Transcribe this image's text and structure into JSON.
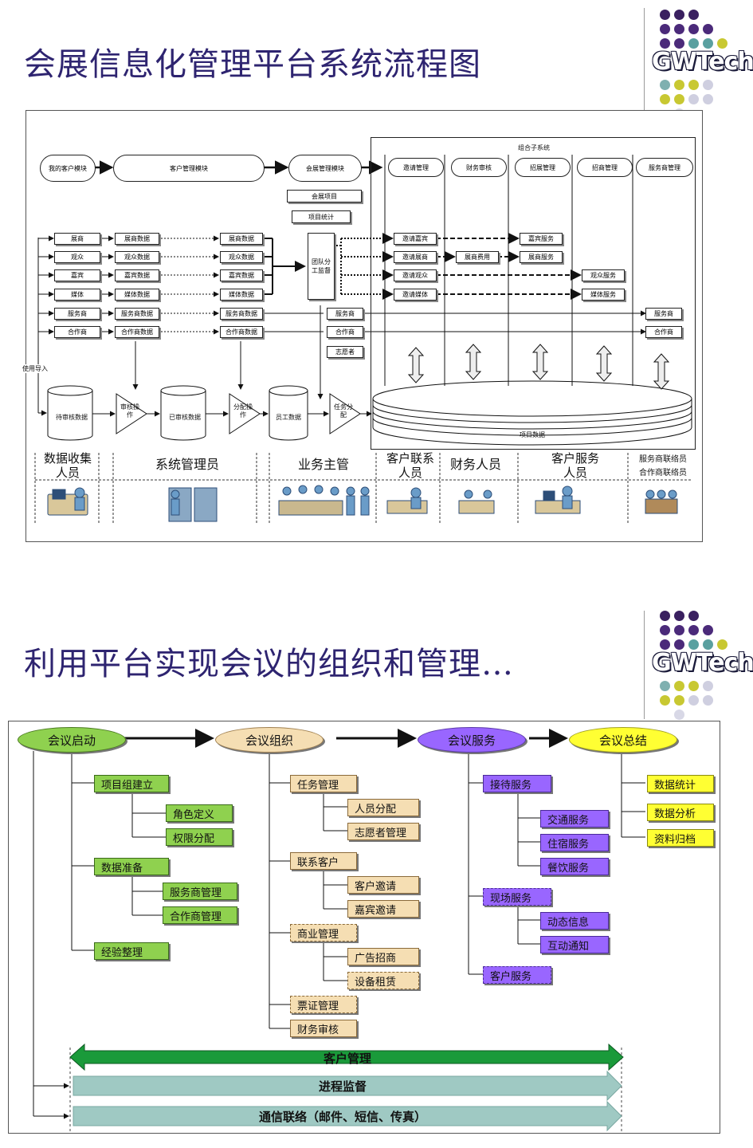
{
  "slide1": {
    "title": "会展信息化管理平台系统流程图",
    "logo": "GWTech",
    "top_modules": [
      "我的客户模块",
      "客户管理模块",
      "会展管理模块"
    ],
    "expo_items": [
      "会展项目",
      "项目统计"
    ],
    "subsystem_title": "组合子系统",
    "subsystem_modules": [
      "邀请管理",
      "财务审核",
      "招展管理",
      "招商管理",
      "服务商管理"
    ],
    "source_rows": [
      {
        "a": "展商",
        "b": "展商数据",
        "c": "展商数据"
      },
      {
        "a": "观众",
        "b": "观众数据",
        "c": "观众数据"
      },
      {
        "a": "嘉宾",
        "b": "嘉宾数据",
        "c": "嘉宾数据"
      },
      {
        "a": "媒体",
        "b": "媒体数据",
        "c": "媒体数据"
      },
      {
        "a": "服务商",
        "b": "服务商数据",
        "c": "服务商数据"
      },
      {
        "a": "合作商",
        "b": "合作商数据",
        "c": "合作商数据"
      }
    ],
    "team_box": "团队分工监督",
    "flow_nodes": [
      "服务商",
      "合作商",
      "志愿者"
    ],
    "invite_nodes": [
      "邀请嘉宾",
      "邀请展商",
      "邀请观众",
      "邀请媒体"
    ],
    "mid_nodes": [
      "展商费用"
    ],
    "right_nodes": [
      "嘉宾服务",
      "展商服务",
      "观众服务",
      "媒体服务",
      "服务商",
      "合作商"
    ],
    "import_label": "使用导入",
    "db_labels": [
      "待审核数据",
      "已审核数据",
      "员工数据",
      "项目数据"
    ],
    "process_labels": [
      "审核操作",
      "分配操作",
      "任务分配"
    ],
    "roles": [
      {
        "line1": "数据收集",
        "line2": "人员"
      },
      {
        "line1": "系统管理员",
        "line2": ""
      },
      {
        "line1": "业务主管",
        "line2": ""
      },
      {
        "line1": "客户联系",
        "line2": "人员"
      },
      {
        "line1": "财务人员",
        "line2": ""
      },
      {
        "line1": "客户服务",
        "line2": "人员"
      },
      {
        "line1": "服务商联络员",
        "line2": "合作商联络员"
      }
    ]
  },
  "slide2": {
    "title": "利用平台实现会议的组织和管理…",
    "logo": "GWTech",
    "phases": [
      "会议启动",
      "会议组织",
      "会议服务",
      "会议总结"
    ],
    "col1": [
      "项目组建立",
      "角色定义",
      "权限分配",
      "数据准备",
      "服务商管理",
      "合作商管理",
      "经验整理"
    ],
    "col2": [
      "任务管理",
      "人员分配",
      "志愿者管理",
      "联系客户",
      "客户邀请",
      "嘉宾邀请",
      "商业管理",
      "广告招商",
      "设备租赁",
      "票证管理",
      "财务审核"
    ],
    "col3": [
      "接待服务",
      "交通服务",
      "住宿服务",
      "餐饮服务",
      "现场服务",
      "动态信息",
      "互动通知",
      "客户服务"
    ],
    "col4": [
      "数据统计",
      "数据分析",
      "资料归档"
    ],
    "bands": [
      "客户管理",
      "进程监督",
      "通信联络（邮件、短信、传真）"
    ],
    "colors": {
      "title": "#2e2470",
      "green": "#8fd14f",
      "tan": "#f5deb3",
      "purple": "#9966ff",
      "yellow": "#ffff33",
      "band_green": "#1a9a3a",
      "band_teal": "#9fc9c3"
    }
  }
}
